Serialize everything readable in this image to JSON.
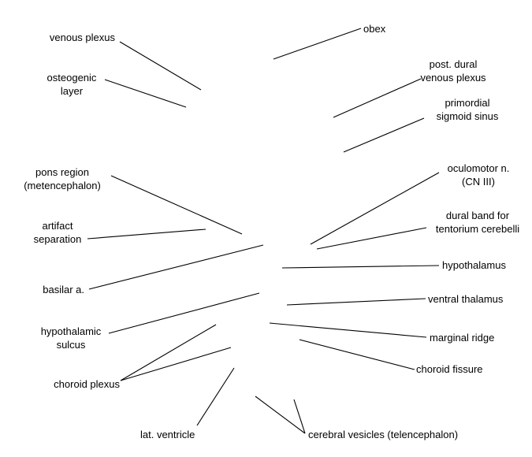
{
  "labels": {
    "obex": "obex",
    "venous_plexus": "venous plexus",
    "osteogenic_layer": "osteogenic\nlayer",
    "post_dural_venous_plexus": "post. dural\nvenous plexus",
    "primordial_sigmoid_sinus": "primordial\nsigmoid sinus",
    "pons_region": "pons region\n(metencephalon)",
    "oculomotor_n": "oculomotor n.\n(CN III)",
    "artifact_separation": "artifact\nseparation",
    "dural_band": "dural band for\ntentorium cerebelli",
    "hypothalamus": "hypothalamus",
    "basilar_a": "basilar a.",
    "ventral_thalamus": "ventral thalamus",
    "hypothalamic_sulcus": "hypothalamic\nsulcus",
    "marginal_ridge": "marginal ridge",
    "choroid_fissure": "choroid fissure",
    "choroid_plexus": "choroid plexus",
    "lat_ventricle": "lat. ventricle",
    "cerebral_vesicles": "cerebral vesicles (telencephalon)"
  },
  "colors": {
    "line": "#000000",
    "text": "#000000",
    "background": "#ffffff"
  }
}
